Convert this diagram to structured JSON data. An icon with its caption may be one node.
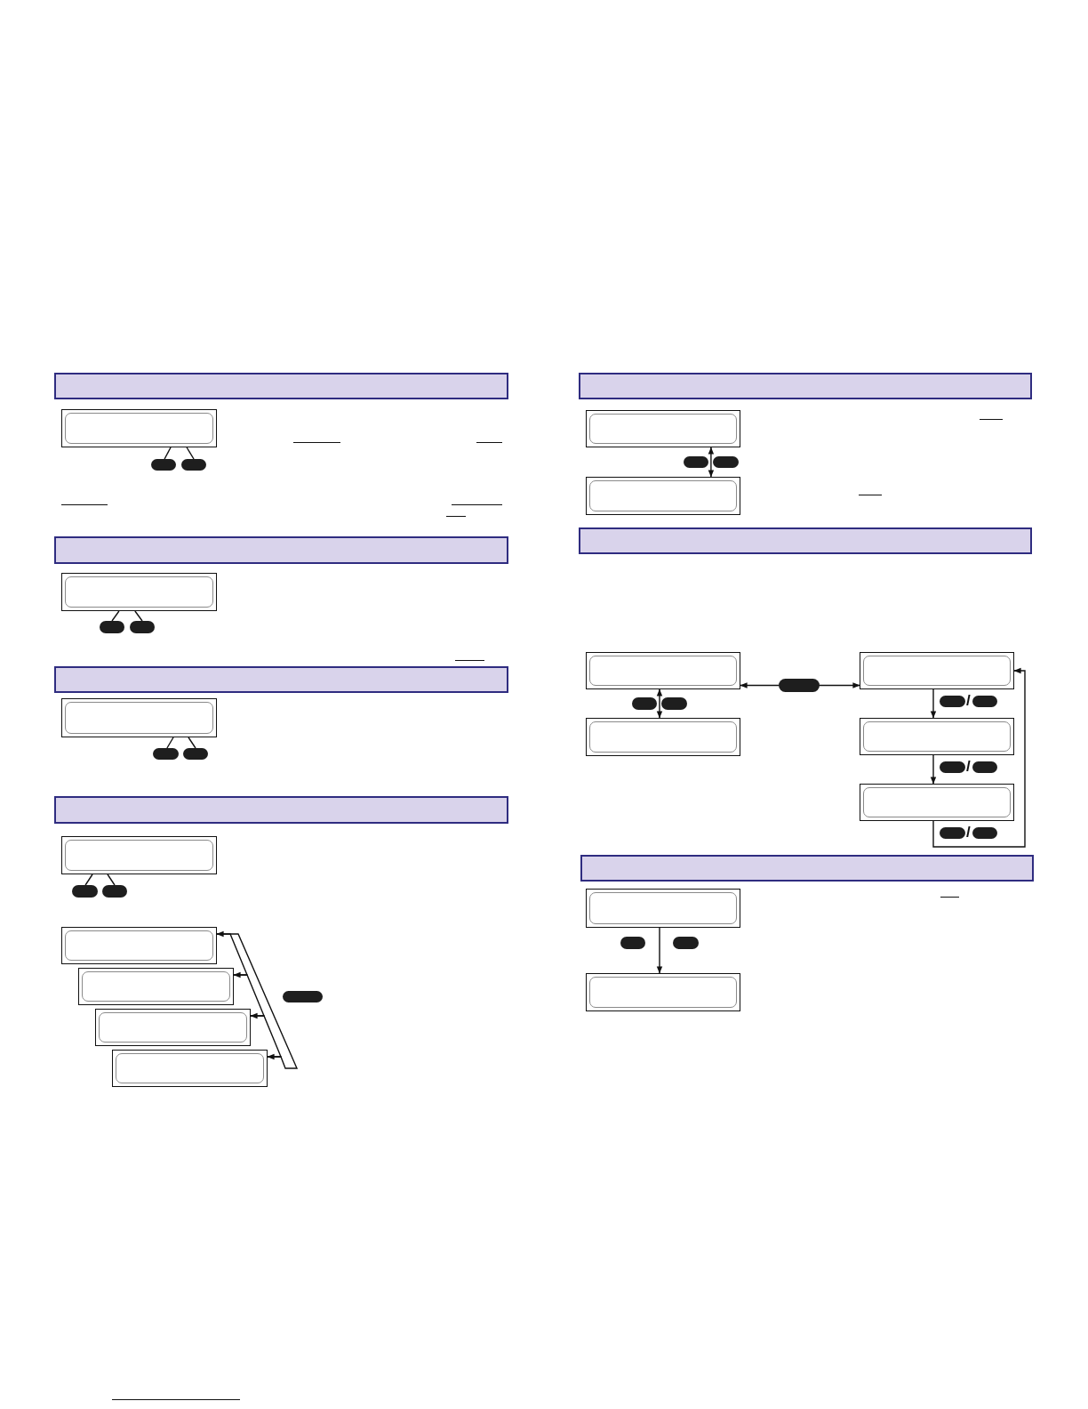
{
  "diagram": {
    "nodes": [
      {
        "text": [],
        "shape": "bar"
      },
      {
        "text": [],
        "shape": "box"
      },
      {
        "text": [],
        "shape": "button"
      },
      {
        "text": [],
        "shape": "button"
      },
      {
        "text": [],
        "shape": "bar"
      },
      {
        "text": [],
        "shape": "box"
      },
      {
        "text": [],
        "shape": "button"
      },
      {
        "text": [],
        "shape": "button"
      },
      {
        "text": [],
        "shape": "bar"
      },
      {
        "text": [],
        "shape": "box"
      },
      {
        "text": [],
        "shape": "button"
      },
      {
        "text": [],
        "shape": "button"
      },
      {
        "text": [],
        "shape": "bar"
      },
      {
        "text": [],
        "shape": "box"
      },
      {
        "text": [],
        "shape": "button"
      },
      {
        "text": [],
        "shape": "button"
      },
      {
        "text": [],
        "shape": "box"
      },
      {
        "text": [],
        "shape": "box"
      },
      {
        "text": [],
        "shape": "box"
      },
      {
        "text": [],
        "shape": "box"
      },
      {
        "text": [],
        "shape": "button"
      },
      {
        "text": [],
        "shape": "bar"
      },
      {
        "text": [],
        "shape": "box"
      },
      {
        "text": [],
        "shape": "button"
      },
      {
        "text": [],
        "shape": "button"
      },
      {
        "text": [],
        "shape": "box"
      },
      {
        "text": [],
        "shape": "bar"
      },
      {
        "text": [],
        "shape": "box"
      },
      {
        "text": [],
        "shape": "button"
      },
      {
        "text": [],
        "shape": "button"
      },
      {
        "text": [],
        "shape": "box"
      },
      {
        "text": [],
        "shape": "button"
      },
      {
        "text": [],
        "shape": "box"
      },
      {
        "text": [],
        "shape": "button"
      },
      {
        "text": [],
        "shape": "button"
      },
      {
        "text": [],
        "shape": "box"
      },
      {
        "text": [],
        "shape": "button"
      },
      {
        "text": [],
        "shape": "button"
      },
      {
        "text": [],
        "shape": "box"
      },
      {
        "text": [],
        "shape": "button"
      },
      {
        "text": [],
        "shape": "button"
      },
      {
        "text": [],
        "shape": "bar"
      },
      {
        "text": [],
        "shape": "box"
      },
      {
        "text": [],
        "shape": "button"
      },
      {
        "text": [],
        "shape": "button"
      },
      {
        "text": [],
        "shape": "box"
      }
    ],
    "edges": [
      {
        "from": 1,
        "to": 2,
        "arrow": "none"
      },
      {
        "from": 1,
        "to": 3,
        "arrow": "none"
      },
      {
        "from": 5,
        "to": 6,
        "arrow": "none"
      },
      {
        "from": 5,
        "to": 7,
        "arrow": "none"
      },
      {
        "from": 9,
        "to": 10,
        "arrow": "none"
      },
      {
        "from": 9,
        "to": 11,
        "arrow": "none"
      },
      {
        "from": 13,
        "to": 14,
        "arrow": "none"
      },
      {
        "from": 13,
        "to": 15,
        "arrow": "none"
      },
      {
        "from": 16,
        "to": 17,
        "arrow": "to"
      },
      {
        "from": 17,
        "to": 18,
        "arrow": "to"
      },
      {
        "from": 18,
        "to": 19,
        "arrow": "to"
      },
      {
        "from": 19,
        "to": 16,
        "arrow": "to"
      },
      {
        "from": 22,
        "to": 25,
        "arrow": "both"
      },
      {
        "from": 27,
        "to": 30,
        "arrow": "both"
      },
      {
        "from": 31,
        "to": 27,
        "arrow": "to"
      },
      {
        "from": 31,
        "to": 32,
        "arrow": "to"
      },
      {
        "from": 32,
        "to": 35,
        "arrow": "to"
      },
      {
        "from": 35,
        "to": 38,
        "arrow": "to"
      },
      {
        "from": 38,
        "to": 32,
        "arrow": "to"
      },
      {
        "from": 42,
        "to": 45,
        "arrow": "to"
      }
    ],
    "labels": [
      "/",
      "/",
      "/"
    ]
  }
}
